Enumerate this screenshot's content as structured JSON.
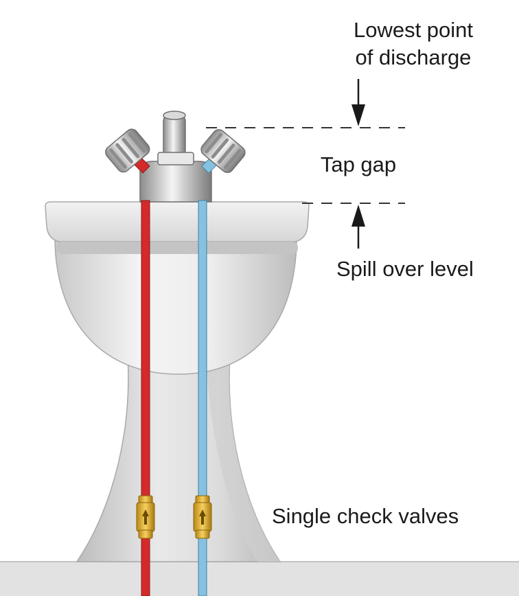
{
  "labels": {
    "lowest_point_line1": "Lowest point",
    "lowest_point_line2": "of discharge",
    "tap_gap": "Tap gap",
    "spill_over_level": "Spill over level",
    "single_check_valves": "Single check valves"
  },
  "colors": {
    "hot_pipe": "#d42a2a",
    "cold_pipe": "#86c2e0",
    "valve": "#e8b93a",
    "porcelain": "#e6e6e6",
    "floor": "#e0e0e0",
    "text": "#1a1a1a"
  },
  "icons": {
    "hot_tap": "tap-handle-icon",
    "cold_tap": "tap-handle-icon",
    "spout": "spout-icon",
    "check_valve": "check-valve-icon"
  }
}
